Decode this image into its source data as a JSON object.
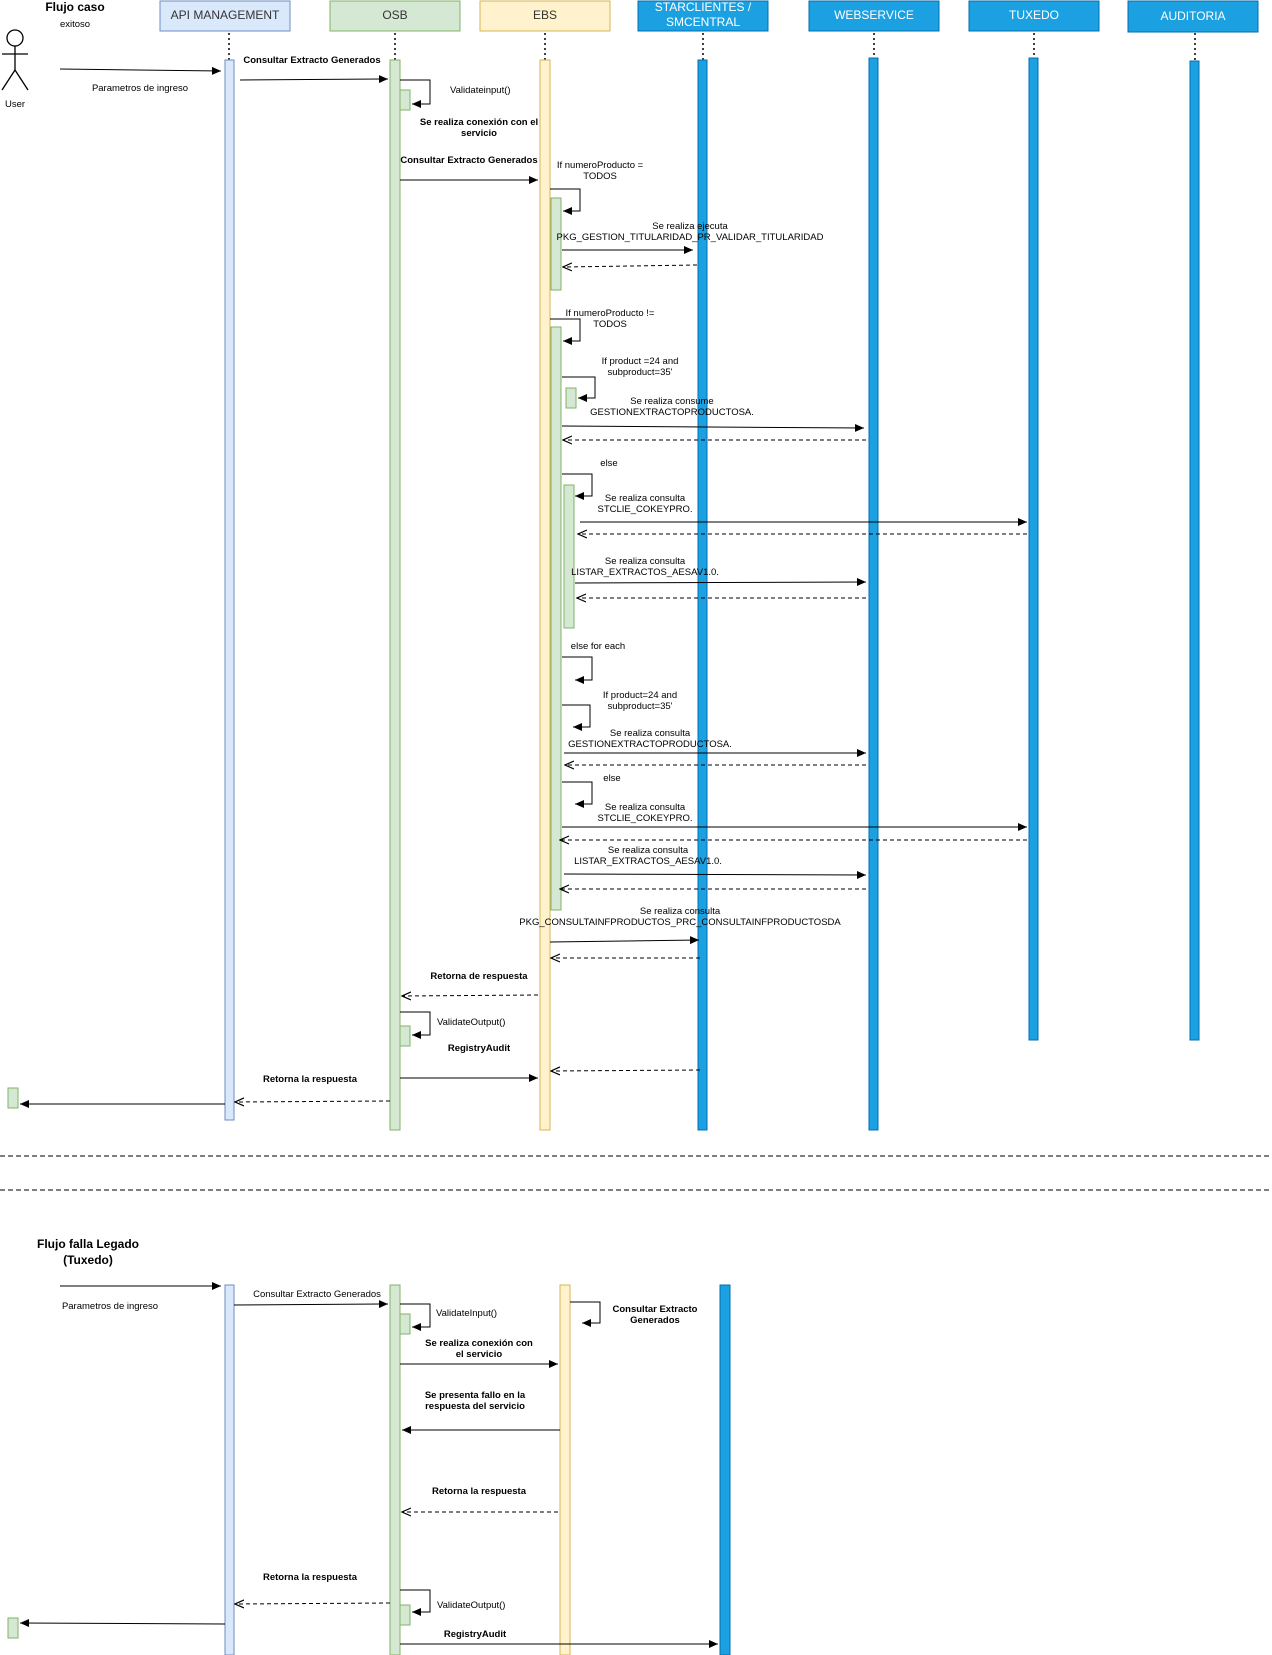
{
  "participants": [
    {
      "label": "API MANAGEMENT",
      "fill": "#dae8fc",
      "stroke": "#6c8ebf"
    },
    {
      "label": "OSB",
      "fill": "#d5e8d4",
      "stroke": "#82b366"
    },
    {
      "label": "EBS",
      "fill": "#fff2cc",
      "stroke": "#d6b656"
    },
    {
      "label": "STARCLIENTES / SMCENTRAL",
      "fill": "#1ba1e2",
      "stroke": "#006eaf"
    },
    {
      "label": "WEBSERVICE",
      "fill": "#1ba1e2",
      "stroke": "#006eaf"
    },
    {
      "label": "TUXEDO",
      "fill": "#1ba1e2",
      "stroke": "#006eaf"
    },
    {
      "label": "AUDITORIA",
      "fill": "#1ba1e2",
      "stroke": "#006eaf"
    }
  ],
  "actor": {
    "label": "User"
  },
  "flow1": {
    "title_line1": "Flujo caso",
    "title_line2": "exitoso",
    "messages": [
      "Parametros de ingreso",
      "Consultar Extracto Generados",
      "Validateinput()",
      "Se realiza conexión con el",
      "servicio",
      "Consultar Extracto Generados",
      "If numeroProducto =",
      "TODOS",
      "Se realiza ejecuta",
      "PKG_GESTION_TITULARIDAD_PR_VALIDAR_TITULARIDAD",
      "If numeroProducto !=",
      "TODOS",
      "If product =24 and",
      "subproduct=35'",
      "Se realiza consume",
      "GESTIONEXTRACTOPRODUCTOSA.",
      "else",
      "Se realiza consulta",
      "STCLIE_COKEYPRO.",
      "Se realiza consulta",
      "LISTAR_EXTRACTOS_AESAV1.0.",
      "else for each",
      "If product=24 and",
      "subproduct=35'",
      "Se realiza consulta",
      "GESTIONEXTRACTOPRODUCTOSA.",
      "else",
      "Se realiza consulta",
      "STCLIE_COKEYPRO.",
      "Se realiza consulta",
      "LISTAR_EXTRACTOS_AESAV1.0.",
      "Se realiza consulta",
      "PKG_CONSULTAINFPRODUCTOS_PRC_CONSULTAINFPRODUCTOSDA",
      "Retorna de respuesta",
      "ValidateOutput()",
      "RegistryAudit",
      "Retorna la respuesta"
    ]
  },
  "flow2": {
    "title_line1": "Flujo falla Legado",
    "title_line2": "(Tuxedo)",
    "messages": [
      "Parametros de ingreso",
      "Consultar Extracto Generados",
      "ValidateInput()",
      "Consultar Extracto",
      "Generados",
      "Se realiza conexión con",
      "el servicio",
      "Se presenta fallo en la",
      "respuesta del servicio",
      "Retorna la respuesta",
      "Retorna la respuesta",
      "ValidateOutput()",
      "RegistryAudit"
    ]
  }
}
